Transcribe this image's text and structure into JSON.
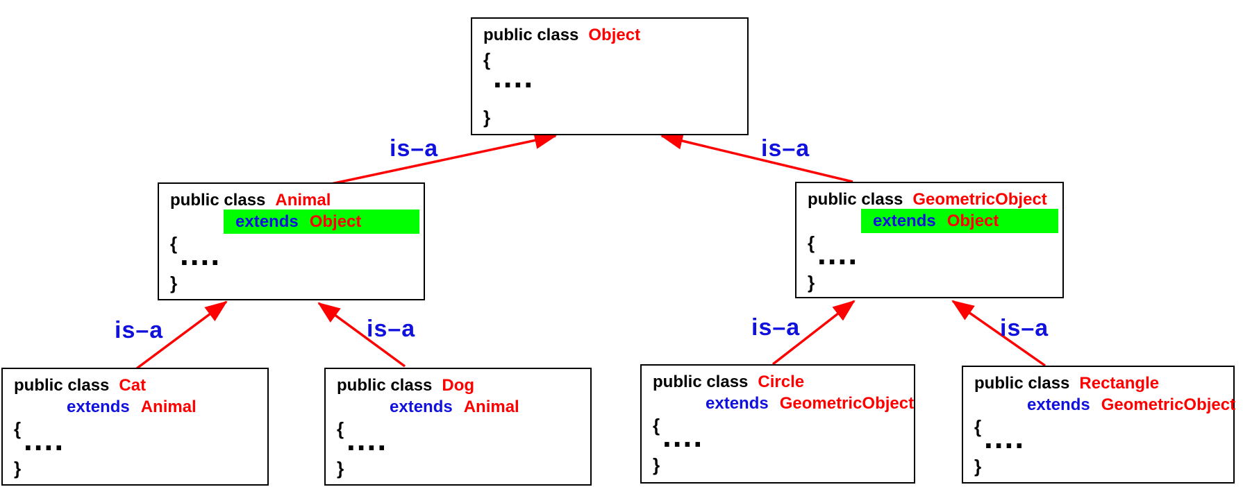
{
  "diagram": {
    "description": "Java class inheritance hierarchy",
    "classes": {
      "object": {
        "declaration": "public class",
        "name": "Object",
        "body_open": "{",
        "body_dots": "....",
        "body_close": "}"
      },
      "animal": {
        "declaration": "public class",
        "name": "Animal",
        "extends_keyword": "extends",
        "parent": "Object",
        "extends_highlighted": true,
        "body_open": "{",
        "body_dots": "....",
        "body_close": "}"
      },
      "geometricobject": {
        "declaration": "public class",
        "name": "GeometricObject",
        "extends_keyword": "extends",
        "parent": "Object",
        "extends_highlighted": true,
        "body_open": "{",
        "body_dots": "....",
        "body_close": "}"
      },
      "cat": {
        "declaration": "public class",
        "name": "Cat",
        "extends_keyword": "extends",
        "parent": "Animal",
        "extends_highlighted": false,
        "body_open": "{",
        "body_dots": "....",
        "body_close": "}"
      },
      "dog": {
        "declaration": "public class",
        "name": "Dog",
        "extends_keyword": "extends",
        "parent": "Animal",
        "extends_highlighted": false,
        "body_open": "{",
        "body_dots": "....",
        "body_close": "}"
      },
      "circle": {
        "declaration": "public class",
        "name": "Circle",
        "extends_keyword": "extends",
        "parent": "GeometricObject",
        "extends_highlighted": false,
        "body_open": "{",
        "body_dots": "....",
        "body_close": "}"
      },
      "rectangle": {
        "declaration": "public class",
        "name": "Rectangle",
        "extends_keyword": "extends",
        "parent": "GeometricObject",
        "extends_highlighted": false,
        "body_open": "{",
        "body_dots": "....",
        "body_close": "}"
      }
    },
    "relationships": [
      {
        "from": "Animal",
        "to": "Object",
        "label": "is–a"
      },
      {
        "from": "GeometricObject",
        "to": "Object",
        "label": "is–a"
      },
      {
        "from": "Cat",
        "to": "Animal",
        "label": "is–a"
      },
      {
        "from": "Dog",
        "to": "Animal",
        "label": "is–a"
      },
      {
        "from": "Circle",
        "to": "GeometricObject",
        "label": "is–a"
      },
      {
        "from": "Rectangle",
        "to": "GeometricObject",
        "label": "is–a"
      }
    ],
    "colors": {
      "class_name": "#ff0000",
      "keyword": "#000000",
      "extends_keyword": "#1111dd",
      "edge": "#ff0000",
      "edge_label": "#1111dd",
      "highlight": "#00ff00"
    }
  }
}
